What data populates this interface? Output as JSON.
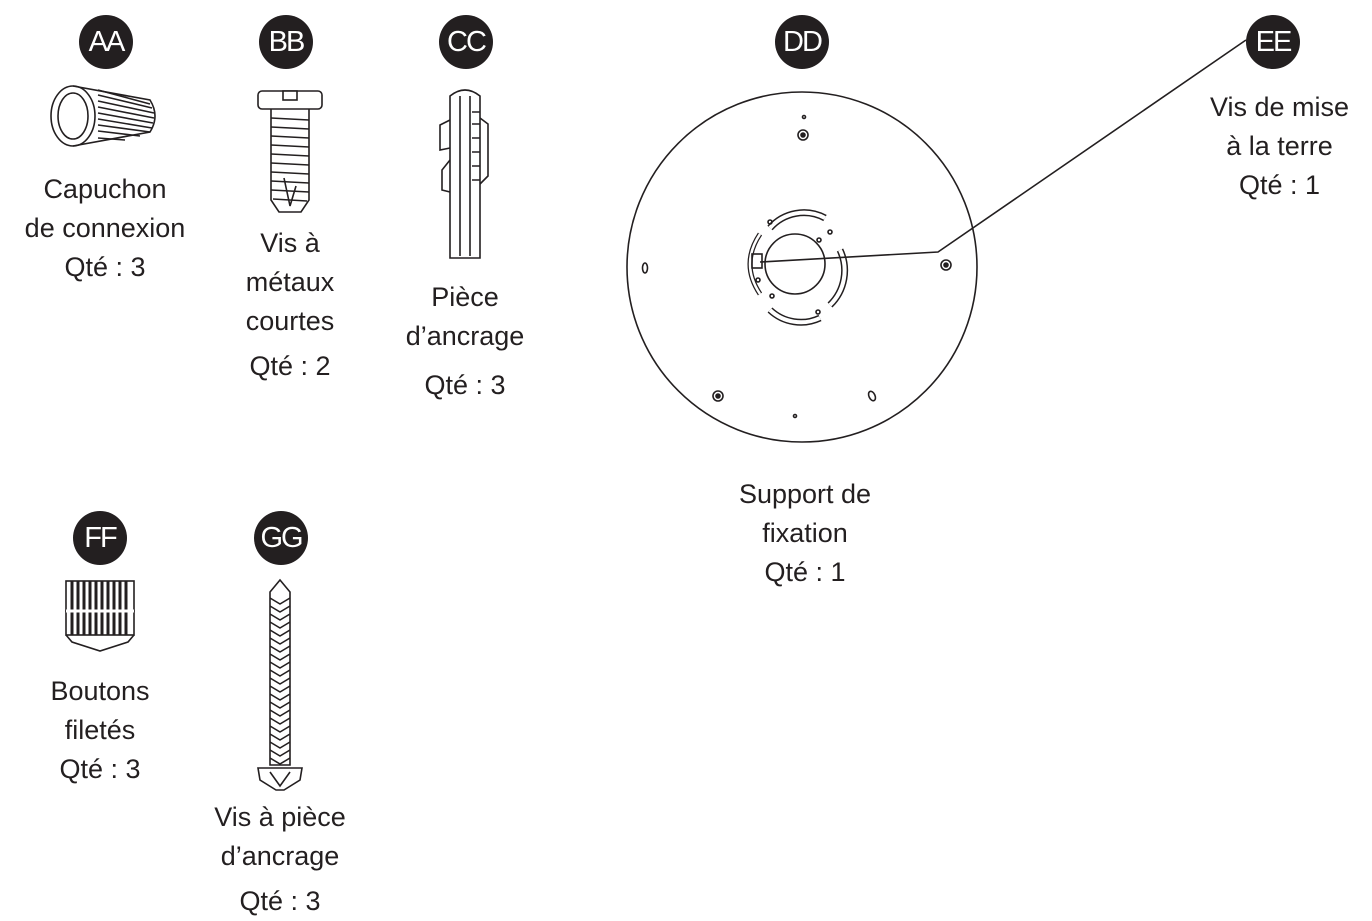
{
  "parts": {
    "aa": {
      "badge": "AA",
      "line1": "Capuchon",
      "line2": "de connexion",
      "qty": "Qté : 3"
    },
    "bb": {
      "badge": "BB",
      "line1": "Vis à",
      "line2": "métaux",
      "line3": "courtes",
      "qty": "Qté : 2"
    },
    "cc": {
      "badge": "CC",
      "line1": "Pièce",
      "line2": "d’ancrage",
      "qty": "Qté : 3"
    },
    "dd": {
      "badge": "DD",
      "line1": "Support de",
      "line2": "fixation",
      "qty": "Qté : 1"
    },
    "ee": {
      "badge": "EE",
      "line1": "Vis de mise",
      "line2": "à la terre",
      "qty": "Qté : 1"
    },
    "ff": {
      "badge": "FF",
      "line1": "Boutons",
      "line2": "filetés",
      "qty": "Qté : 3"
    },
    "gg": {
      "badge": "GG",
      "line1": "Vis à pièce",
      "line2": "d’ancrage",
      "qty": "Qté : 3"
    }
  }
}
